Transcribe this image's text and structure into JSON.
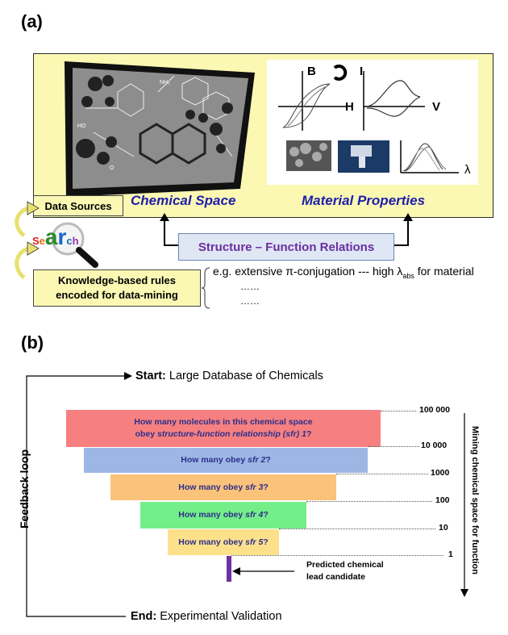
{
  "panel_a": {
    "label": "(a)",
    "chemical_space_title": "Chemical Space",
    "material_properties_title": "Material Properties",
    "data_sources_label": "Data Sources",
    "sfr_label": "Structure – Function Relations",
    "kb_rules_label": "Knowledge-based rules encoded for data-mining",
    "search_letters": [
      "S",
      "e",
      "a",
      "r",
      "c",
      "h"
    ],
    "example_line": "e.g. extensive π-conjugation --- high λ",
    "example_sub": "abs",
    "example_tail": " for material",
    "ellipsis": [
      "……",
      "……"
    ],
    "plot_axis_labels": {
      "b": "B",
      "h": "H",
      "i": "I",
      "v": "V",
      "lambda": "λ"
    }
  },
  "panel_b": {
    "label": "(b)",
    "start_bold": "Start:",
    "start_text": " Large Database of Chemicals",
    "end_bold": "End:",
    "end_text": " Experimental Validation",
    "feedback_label": "Feedback loop",
    "mining_label": "Mining chemical space for function",
    "funnel": [
      {
        "pre": "How many molecules in this chemical space obey ",
        "em": "structure-function relationship (sfr) 1",
        "post": "?",
        "color": "#f68080"
      },
      {
        "pre": "How many obey ",
        "em": "sfr 2",
        "post": "?",
        "color": "#9db7e4"
      },
      {
        "pre": "How many obey ",
        "em": "sfr 3",
        "post": "?",
        "color": "#fbc27a"
      },
      {
        "pre": "How many obey ",
        "em": "sfr 4",
        "post": "?",
        "color": "#74ee88"
      },
      {
        "pre": "How many obey ",
        "em": "sfr 5",
        "post": "?",
        "color": "#fde08a"
      }
    ],
    "counts": [
      "100 000",
      "10 000",
      "1000",
      "100",
      "10",
      "1"
    ],
    "predicted_label": "Predicted chemical lead candidate",
    "candidate_bar_color": "#7030a0"
  }
}
